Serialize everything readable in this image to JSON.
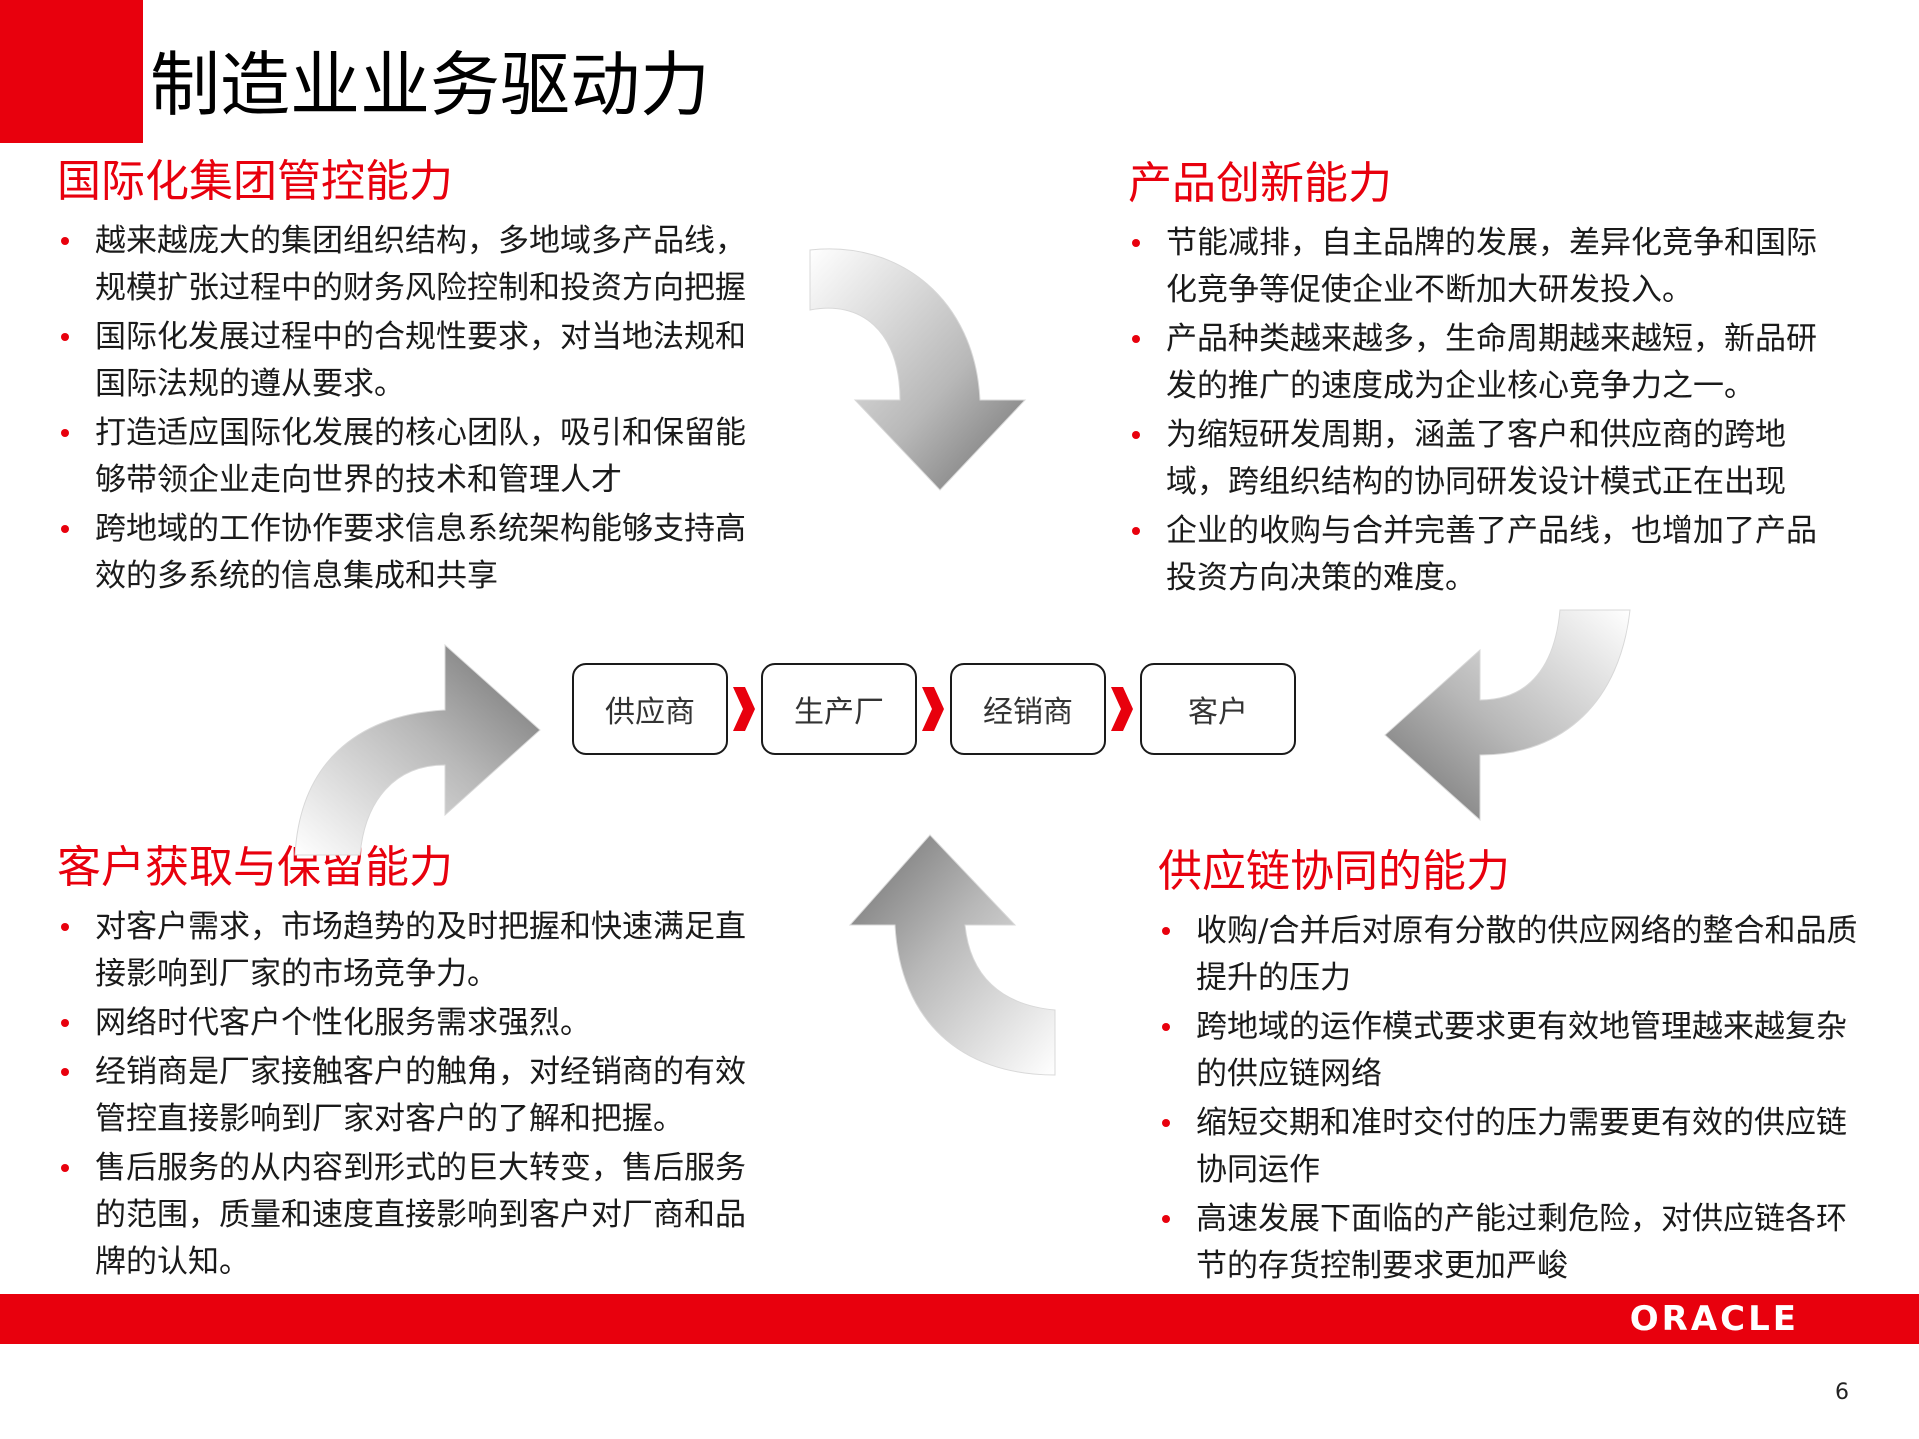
{
  "slide": {
    "title": "制造业业务驱动力",
    "page_number": "6",
    "logo_text": "ORACLE"
  },
  "sections": {
    "top_left": {
      "title": "国际化集团管控能力",
      "bullets": [
        "越来越庞大的集团组织结构，多地域多产品线，规模扩张过程中的财务风险控制和投资方向把握",
        "国际化发展过程中的合规性要求，对当地法规和国际法规的遵从要求。",
        "打造适应国际化发展的核心团队，吸引和保留能够带领企业走向世界的技术和管理人才",
        "跨地域的工作协作要求信息系统架构能够支持高效的多系统的信息集成和共享"
      ]
    },
    "top_right": {
      "title": "产品创新能力",
      "bullets": [
        "节能减排，自主品牌的发展，差异化竞争和国际化竞争等促使企业不断加大研发投入。",
        "产品种类越来越多，生命周期越来越短，新品研发的推广的速度成为企业核心竞争力之一。",
        "为缩短研发周期，涵盖了客户和供应商的跨地域，跨组织结构的协同研发设计模式正在出现",
        "企业的收购与合并完善了产品线，也增加了产品投资方向决策的难度。"
      ]
    },
    "bottom_left": {
      "title": "客户获取与保留能力",
      "bullets": [
        "对客户需求，市场趋势的及时把握和快速满足直接影响到厂家的市场竞争力。",
        "网络时代客户个性化服务需求强烈。",
        "经销商是厂家接触客户的触角，对经销商的有效管控直接影响到厂家对客户的了解和把握。",
        "售后服务的从内容到形式的巨大转变，售后服务的范围，质量和速度直接影响到客户对厂商和品牌的认知。"
      ]
    },
    "bottom_right": {
      "title": "供应链协同的能力",
      "bullets": [
        "收购/合并后对原有分散的供应网络的整合和品质提升的压力",
        "跨地域的运作模式要求更有效地管理越来越复杂的供应链网络",
        "缩短交期和准时交付的压力需要更有效的供应链协同运作",
        "高速发展下面临的产能过剩危险，对供应链各环节的存货控制要求更加严峻"
      ]
    }
  },
  "flow": {
    "steps": [
      "供应商",
      "生产厂",
      "经销商",
      "客户"
    ]
  },
  "colors": {
    "accent": "#e8000d",
    "text": "#1a1a1a"
  },
  "icons": {
    "curved_arrows": [
      "curved-arrow-icon",
      "curved-arrow-icon",
      "curved-arrow-icon",
      "curved-arrow-icon"
    ],
    "flow_connector": "chevron-right-icon"
  }
}
